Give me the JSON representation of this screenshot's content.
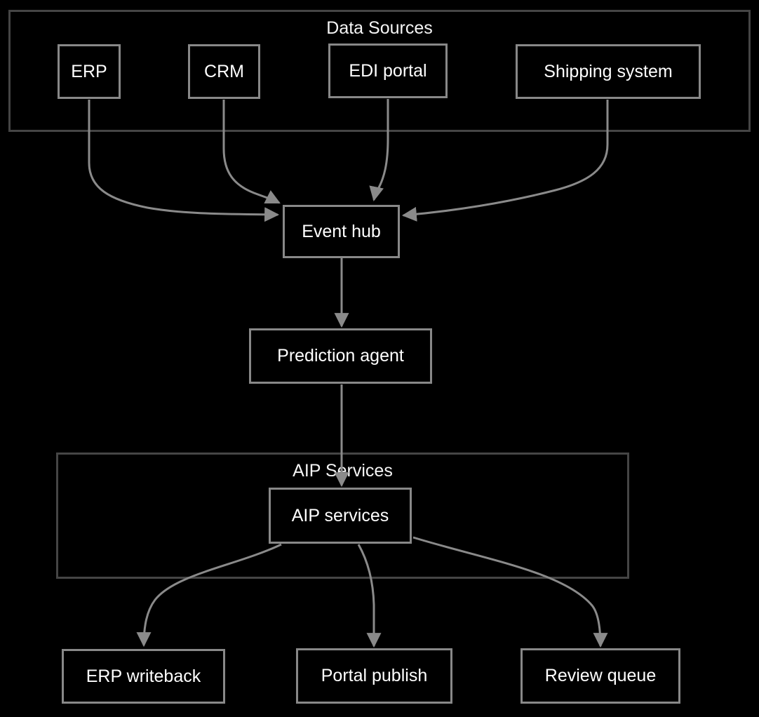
{
  "diagram": {
    "type": "flowchart",
    "background_color": "#000000",
    "colors": {
      "node_border": "#888888",
      "cluster_border": "#454545",
      "edge": "#8a8a8a",
      "arrowhead": "#8a8a8a",
      "text": "#ffffff"
    },
    "clusters": [
      {
        "id": "data-sources",
        "label": "Data Sources"
      },
      {
        "id": "aip-services-group",
        "label": "AIP Services"
      }
    ],
    "nodes": [
      {
        "id": "erp",
        "label": "ERP",
        "cluster": "Data Sources"
      },
      {
        "id": "crm",
        "label": "CRM",
        "cluster": "Data Sources"
      },
      {
        "id": "edi-portal",
        "label": "EDI portal",
        "cluster": "Data Sources"
      },
      {
        "id": "shipping-system",
        "label": "Shipping system",
        "cluster": "Data Sources"
      },
      {
        "id": "event-hub",
        "label": "Event hub",
        "cluster": null
      },
      {
        "id": "prediction-agent",
        "label": "Prediction agent",
        "cluster": null
      },
      {
        "id": "aip-services",
        "label": "AIP services",
        "cluster": "AIP Services"
      },
      {
        "id": "erp-writeback",
        "label": "ERP writeback",
        "cluster": null
      },
      {
        "id": "portal-publish",
        "label": "Portal publish",
        "cluster": null
      },
      {
        "id": "review-queue",
        "label": "Review queue",
        "cluster": null
      }
    ],
    "edges": [
      {
        "from": "ERP",
        "to": "Event hub"
      },
      {
        "from": "CRM",
        "to": "Event hub"
      },
      {
        "from": "EDI portal",
        "to": "Event hub"
      },
      {
        "from": "Shipping system",
        "to": "Event hub"
      },
      {
        "from": "Event hub",
        "to": "Prediction agent"
      },
      {
        "from": "Prediction agent",
        "to": "AIP services"
      },
      {
        "from": "AIP services",
        "to": "ERP writeback"
      },
      {
        "from": "AIP services",
        "to": "Portal publish"
      },
      {
        "from": "AIP services",
        "to": "Review queue"
      }
    ]
  }
}
